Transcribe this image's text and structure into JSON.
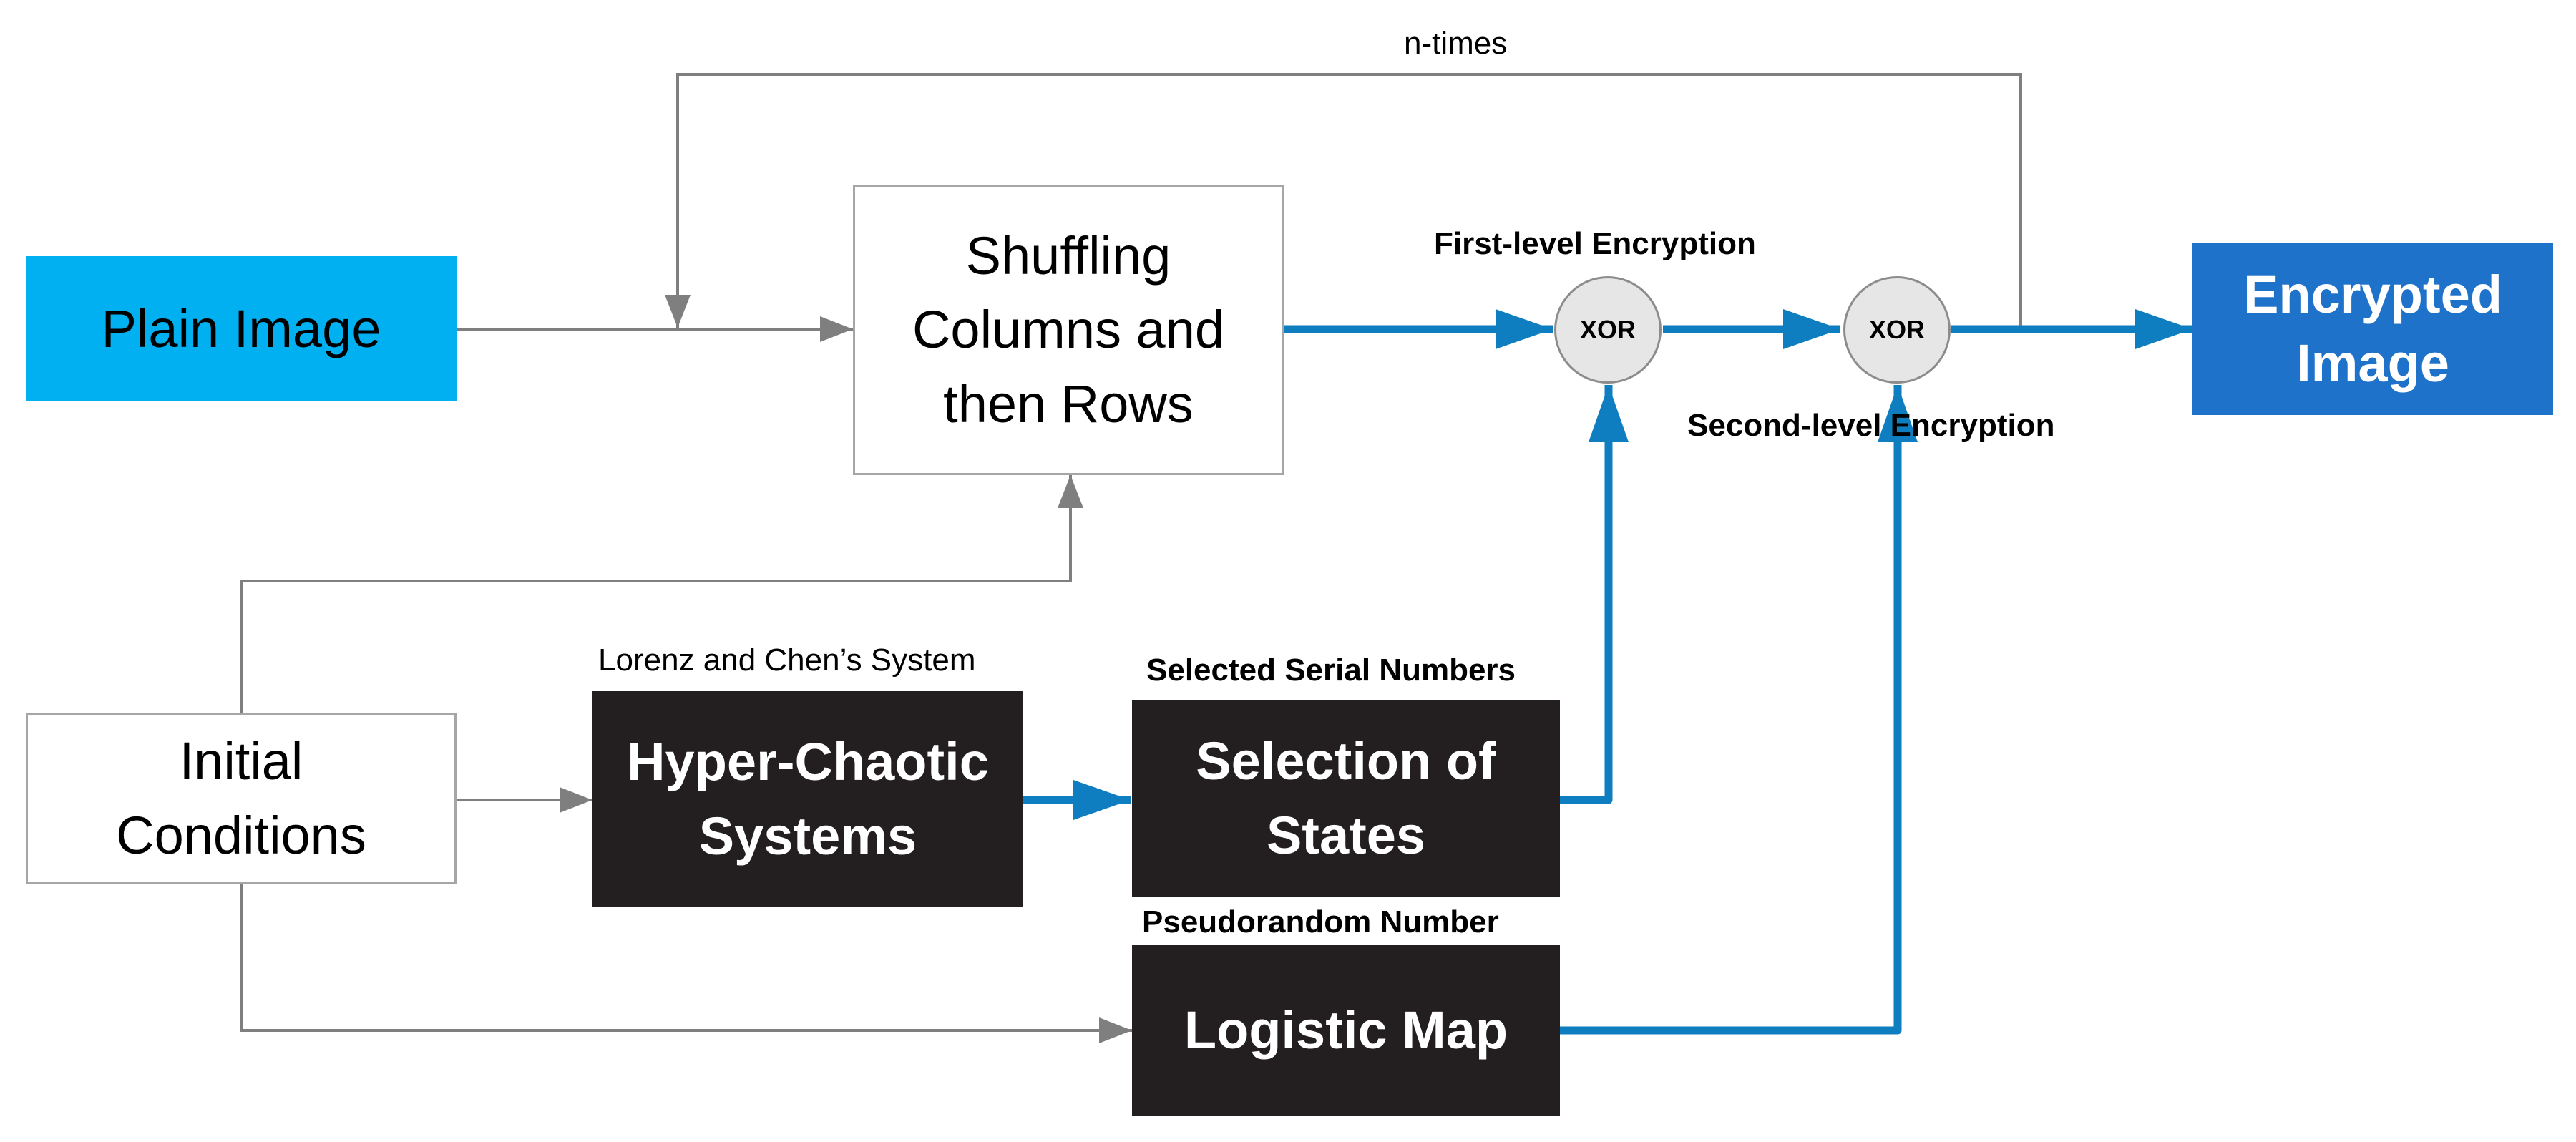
{
  "nodes": {
    "plain_image": "Plain Image",
    "shuffling": "Shuffling\nColumns and\nthen Rows",
    "encrypted_image": "Encrypted\nImage",
    "initial_conditions": "Initial\nConditions",
    "hyper_chaotic": "Hyper-Chaotic\nSystems",
    "selection_states": "Selection of\nStates",
    "logistic_map": "Logistic Map",
    "xor1": "XOR",
    "xor2": "XOR"
  },
  "labels": {
    "n_times": "n-times",
    "first_level": "First-level Encryption",
    "second_level": "Second-level Encryption",
    "lorenz_chen": "Lorenz and Chen’s System",
    "selected_serial": "Selected Serial Numbers",
    "pseudorandom": "Pseudorandom Number"
  },
  "colors": {
    "plain_fill": "#00b0f0",
    "encrypted_fill": "#1f72c9",
    "dark_fill": "#231f20",
    "blue_arrow": "#0f7ec1",
    "gray_arrow": "#7f7f7f"
  }
}
